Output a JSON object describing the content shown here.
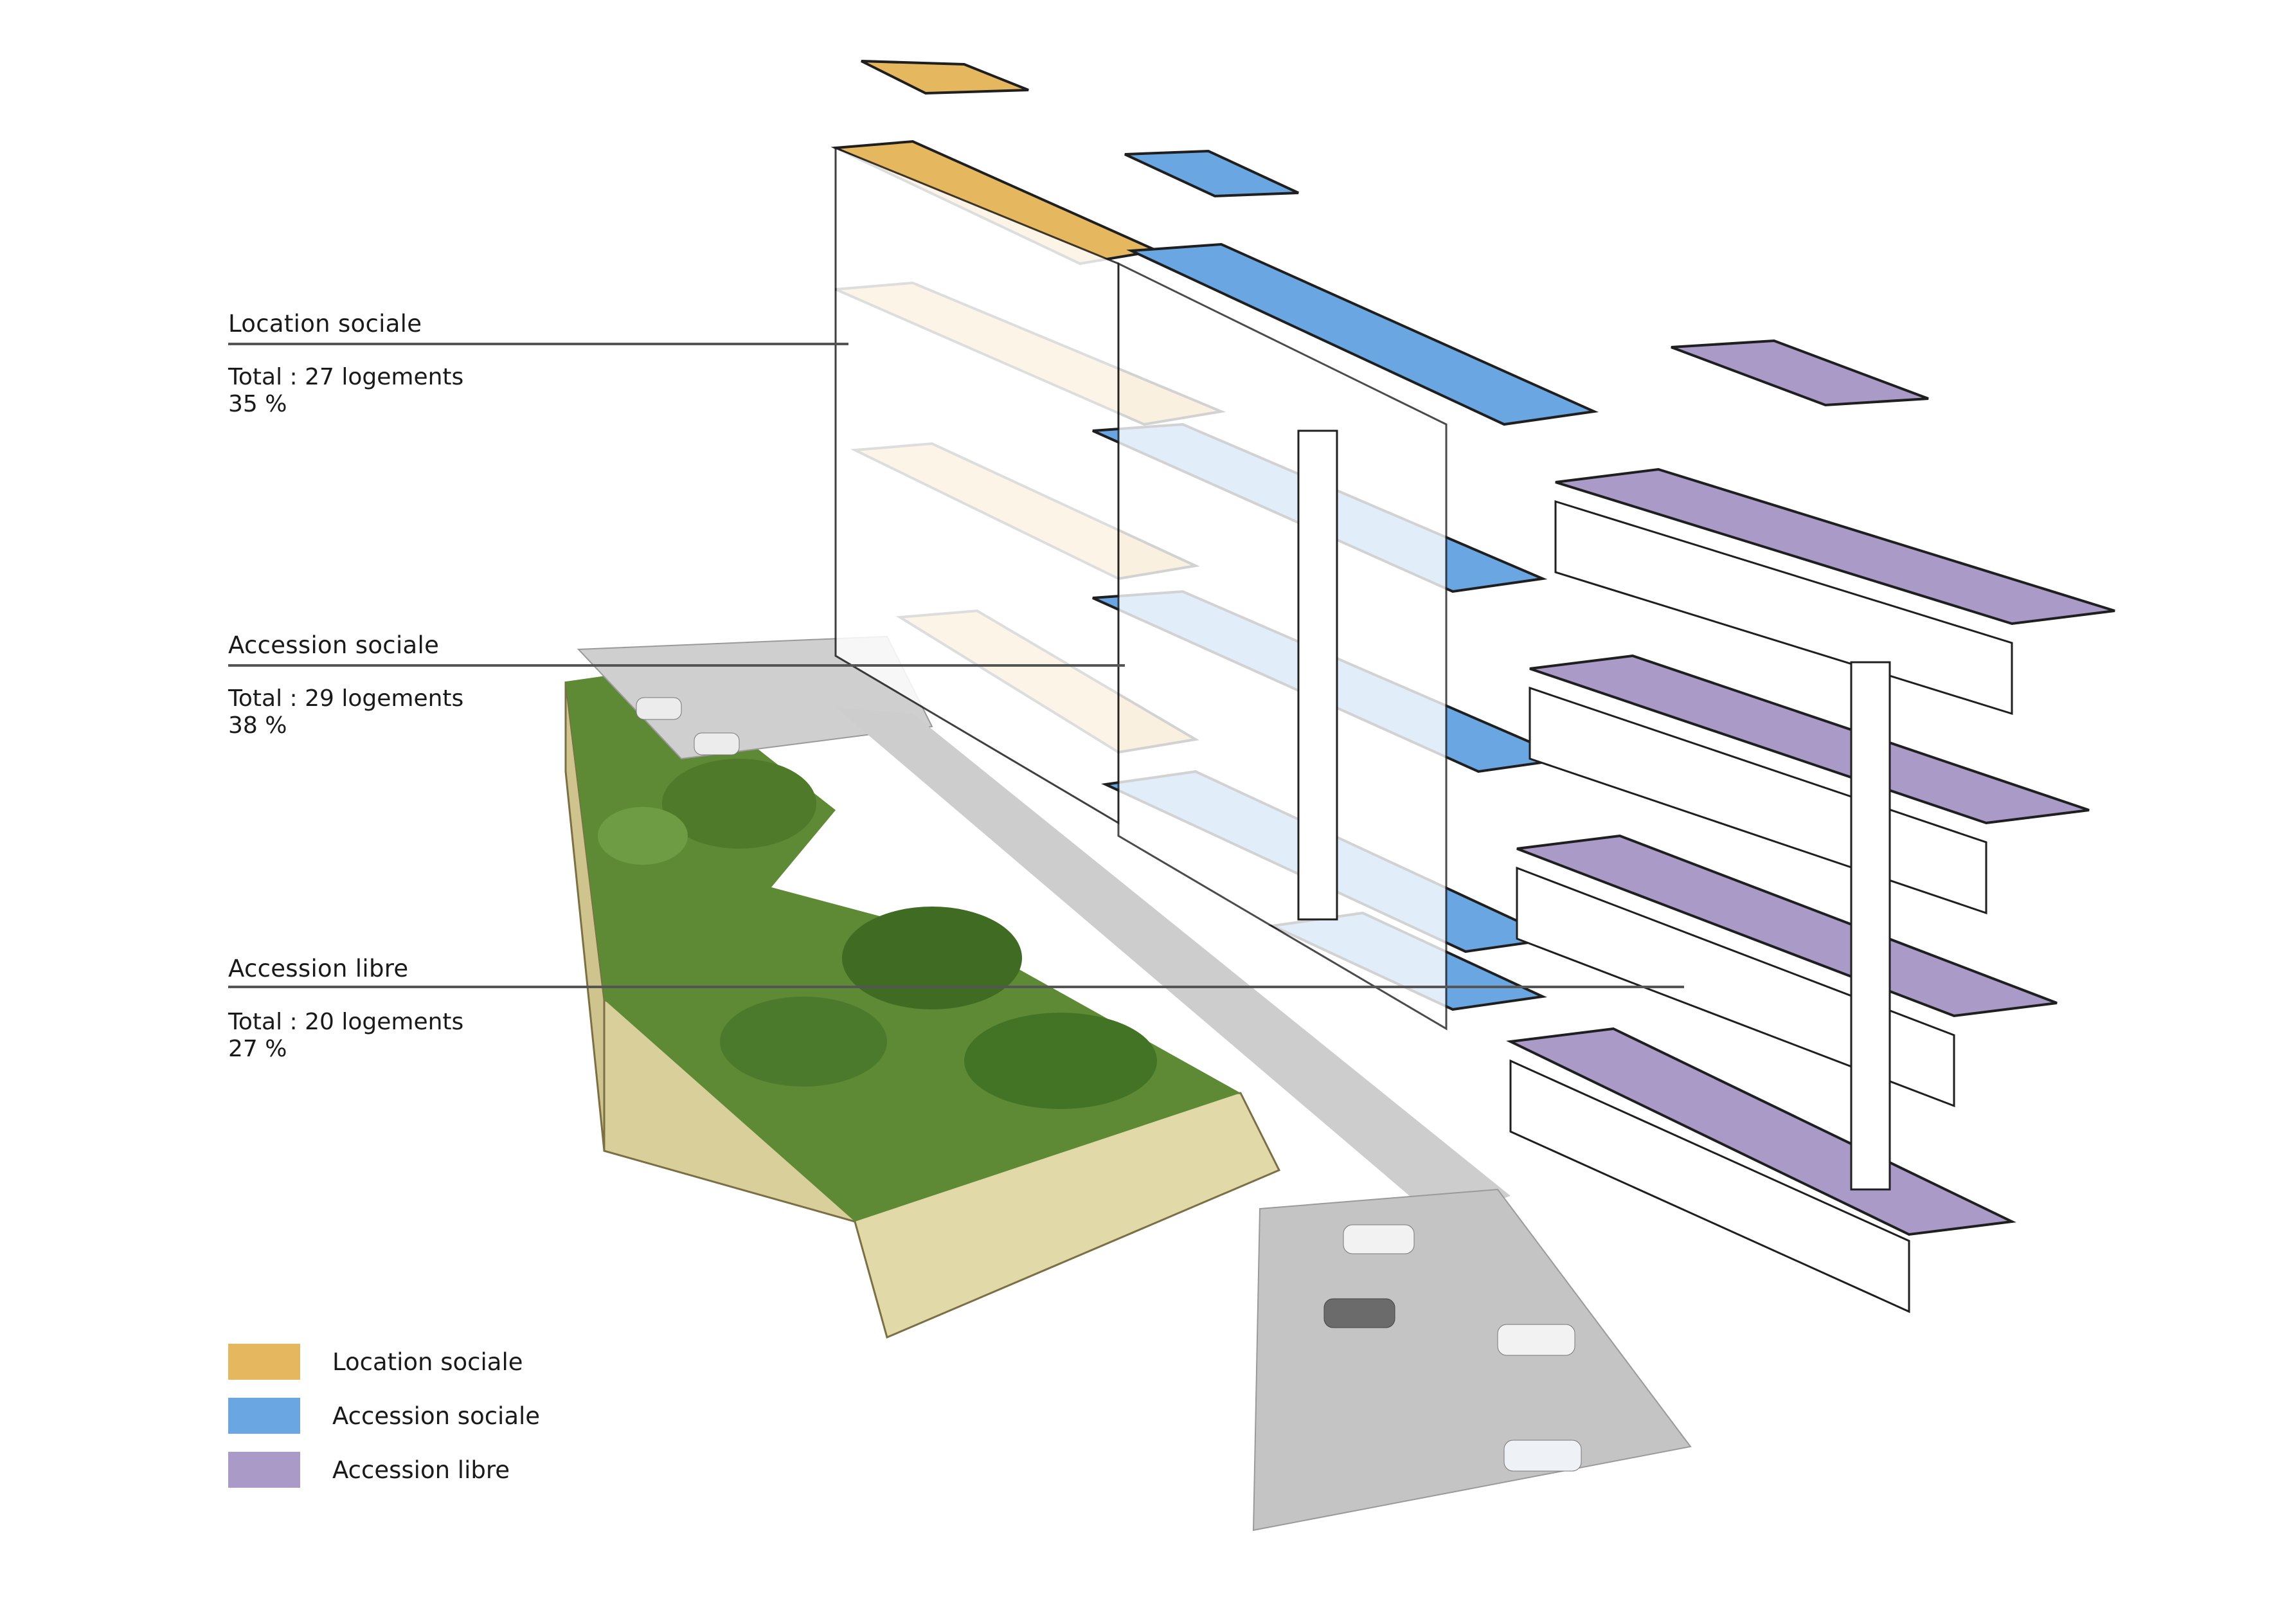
{
  "colors": {
    "location_sociale": "#E5B85F",
    "accession_sociale": "#6AA6E2",
    "accession_libre": "#A99AC8",
    "leader_line": "#555555",
    "wall": "#ffffff",
    "outline": "#1f1f1f",
    "lawn": "#5e8a35",
    "lawn_dark": "#3f6b22",
    "soil": "#d9cf9a",
    "pavement": "#c9c9c9"
  },
  "categories": [
    {
      "key": "location_sociale",
      "label": "Location sociale",
      "total": "Total : 27 logements",
      "percent": "35 %"
    },
    {
      "key": "accession_sociale",
      "label": "Accession sociale",
      "total": "Total : 29 logements",
      "percent": "38 %"
    },
    {
      "key": "accession_libre",
      "label": "Accession libre",
      "total": "Total : 20 logements",
      "percent": "27 %"
    }
  ],
  "legend": [
    {
      "key": "location_sociale",
      "label": "Location sociale"
    },
    {
      "key": "accession_sociale",
      "label": "Accession sociale"
    },
    {
      "key": "accession_libre",
      "label": "Accession libre"
    }
  ]
}
